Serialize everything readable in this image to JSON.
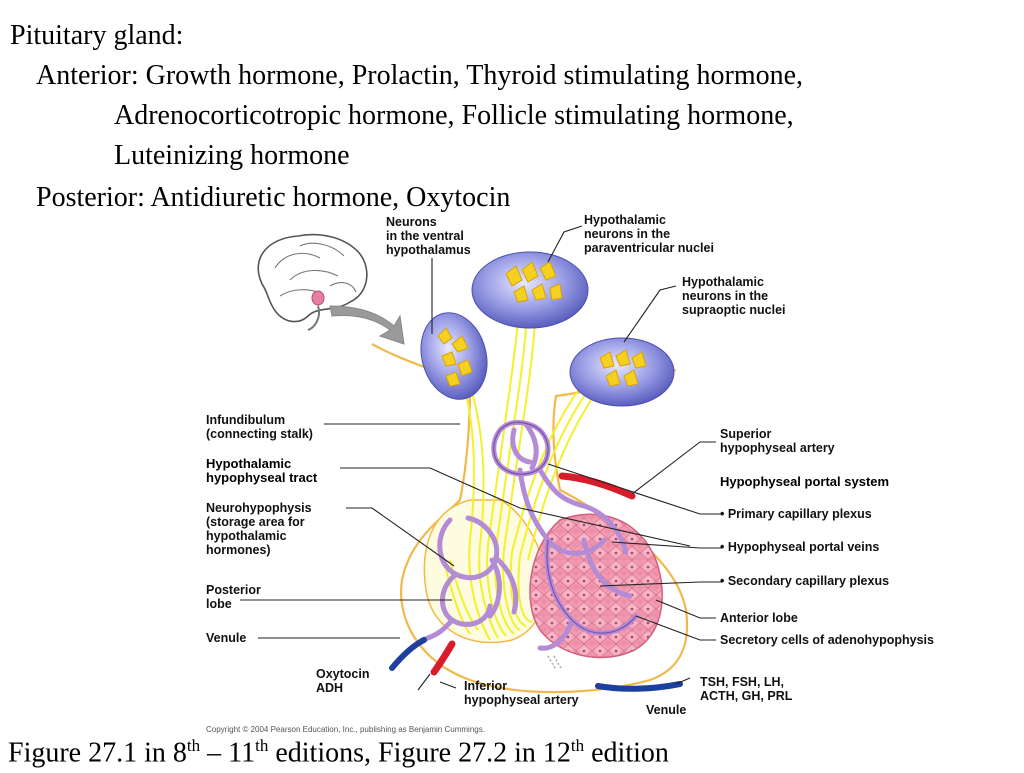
{
  "heading": {
    "title": "Pituitary gland:",
    "anterior_line1": "Anterior: Growth hormone, Prolactin, Thyroid stimulating hormone,",
    "anterior_line2": "Adrenocorticotropic hormone, Follicle stimulating hormone,",
    "anterior_line3": "Luteinizing hormone",
    "posterior": "Posterior: Antidiuretic hormone, Oxytocin"
  },
  "labels": {
    "ventral_1": "Neurons",
    "ventral_2": "in the ventral",
    "ventral_3": "hypothalamus",
    "paraventricular_1": "Hypothalamic",
    "paraventricular_2": "neurons in the",
    "paraventricular_3": "paraventricular nuclei",
    "supraoptic_1": "Hypothalamic",
    "supraoptic_2": "neurons in the",
    "supraoptic_3": "supraoptic nuclei",
    "infundibulum_1": "Infundibulum",
    "infundibulum_2": "(connecting stalk)",
    "tract_1": "Hypothalamic",
    "tract_2": "hypophyseal tract",
    "neuro_1": "Neurohypophysis",
    "neuro_2": "(storage area for",
    "neuro_3": "hypothalamic",
    "neuro_4": "hormones)",
    "posterior_1": "Posterior",
    "posterior_2": "lobe",
    "venule_left": "Venule",
    "oxytocin_1": "Oxytocin",
    "oxytocin_2": "ADH",
    "inferior_1": "Inferior",
    "inferior_2": "hypophyseal artery",
    "venule_bottom": "Venule",
    "superior_1": "Superior",
    "superior_2": "hypophyseal artery",
    "portal_system": "Hypophyseal portal system",
    "primary_plexus": "• Primary capillary plexus",
    "portal_veins": "• Hypophyseal portal veins",
    "secondary_plexus": "• Secondary capillary plexus",
    "anterior_lobe": "Anterior lobe",
    "secretory_cells": "Secretory cells of adenohypophysis",
    "hormones_1": "TSH, FSH, LH,",
    "hormones_2": "ACTH, GH, PRL",
    "copyright": "Copyright © 2004 Pearson Education, Inc., publishing as Benjamin Cummings."
  },
  "caption": {
    "part1": "Figure 27.1 in 8",
    "sup1": "th",
    "part2": " – 11",
    "sup2": "th",
    "part3": " editions, Figure 27.2 in 12",
    "sup3": "th",
    "part4": " edition"
  },
  "colors": {
    "neuron_yellow": "#f4f02a",
    "vessel_purple": "#b48cd6",
    "anterior_pink": "#f29bb4",
    "nucleus_blue": "#6b6fc9",
    "artery_red": "#d81c2a",
    "vein_blue": "#1d3f9e",
    "outline_orange": "#f2b84a"
  }
}
